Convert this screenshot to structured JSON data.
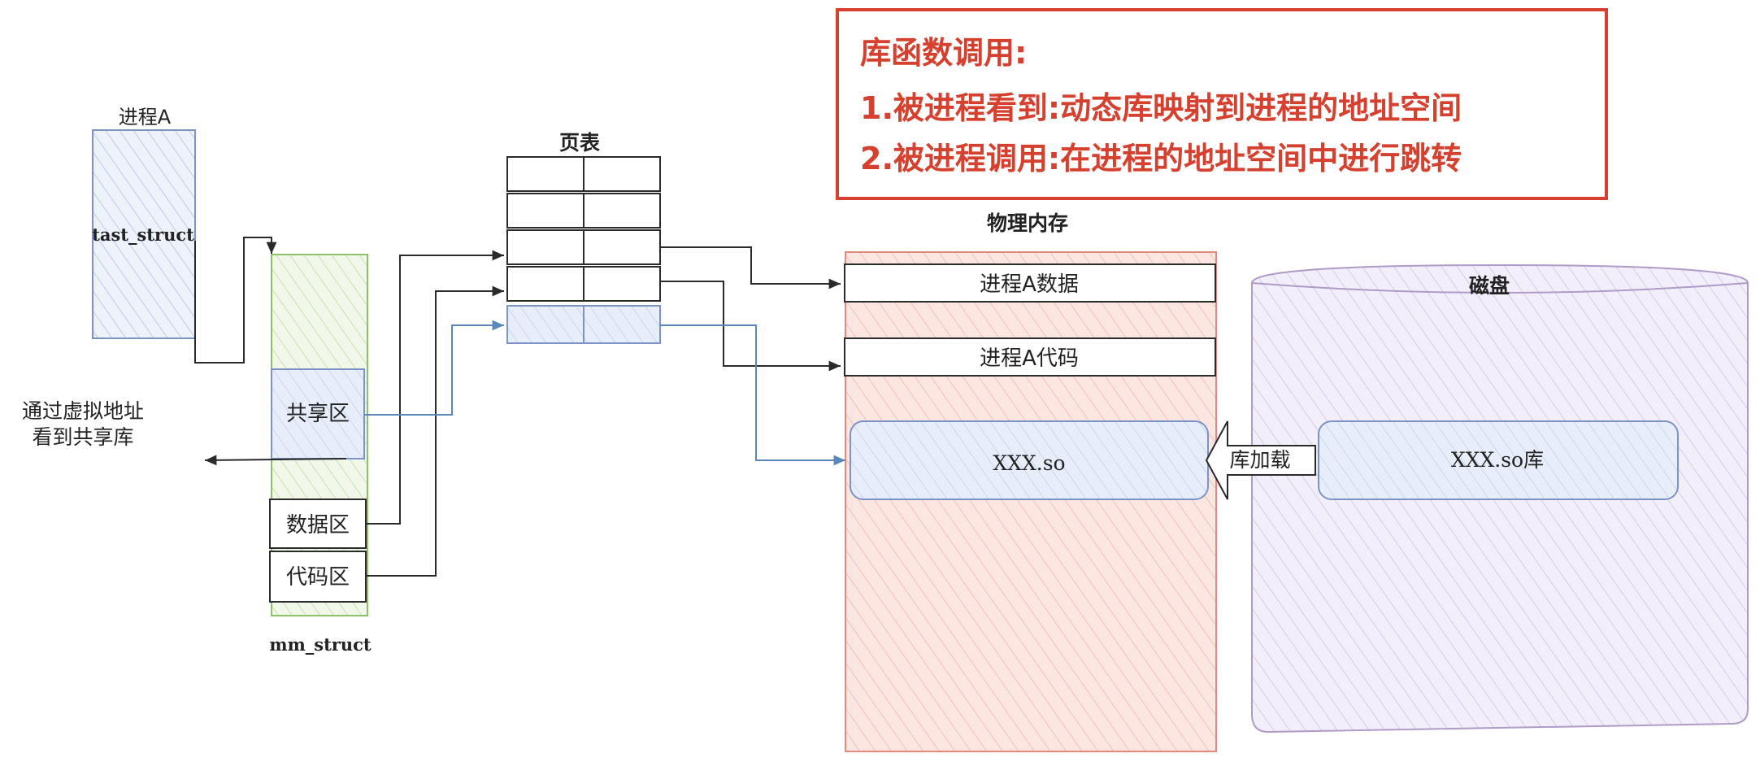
{
  "callout": {
    "title": "库函数调用:",
    "line1": "1.被进程看到:动态库映射到进程的地址空间",
    "line2": "2.被进程调用:在进程的地址空间中进行跳转",
    "color": "#d6402f"
  },
  "process": {
    "title": "进程A",
    "task_struct": "tast_struct"
  },
  "mm": {
    "label": "mm_struct",
    "shared": "共享区",
    "data": "数据区",
    "code": "代码区"
  },
  "virtual_note": {
    "line1": "通过虚拟地址",
    "line2": "看到共享库"
  },
  "page_table": {
    "title": "页表"
  },
  "physical_memory": {
    "title": "物理内存",
    "data_block": "进程A数据",
    "code_block": "进程A代码",
    "so_block": "XXX.so"
  },
  "disk": {
    "title": "磁盘",
    "so_lib": "XXX.so库"
  },
  "load_arrow": {
    "label": "库加载"
  },
  "colors": {
    "blue": "#7c93c6",
    "green": "#8fc06a",
    "red_fill": "#f5c9c3",
    "purple": "#b09ac8",
    "line": "#2a2a2a",
    "blue_line": "#5b88b8"
  }
}
